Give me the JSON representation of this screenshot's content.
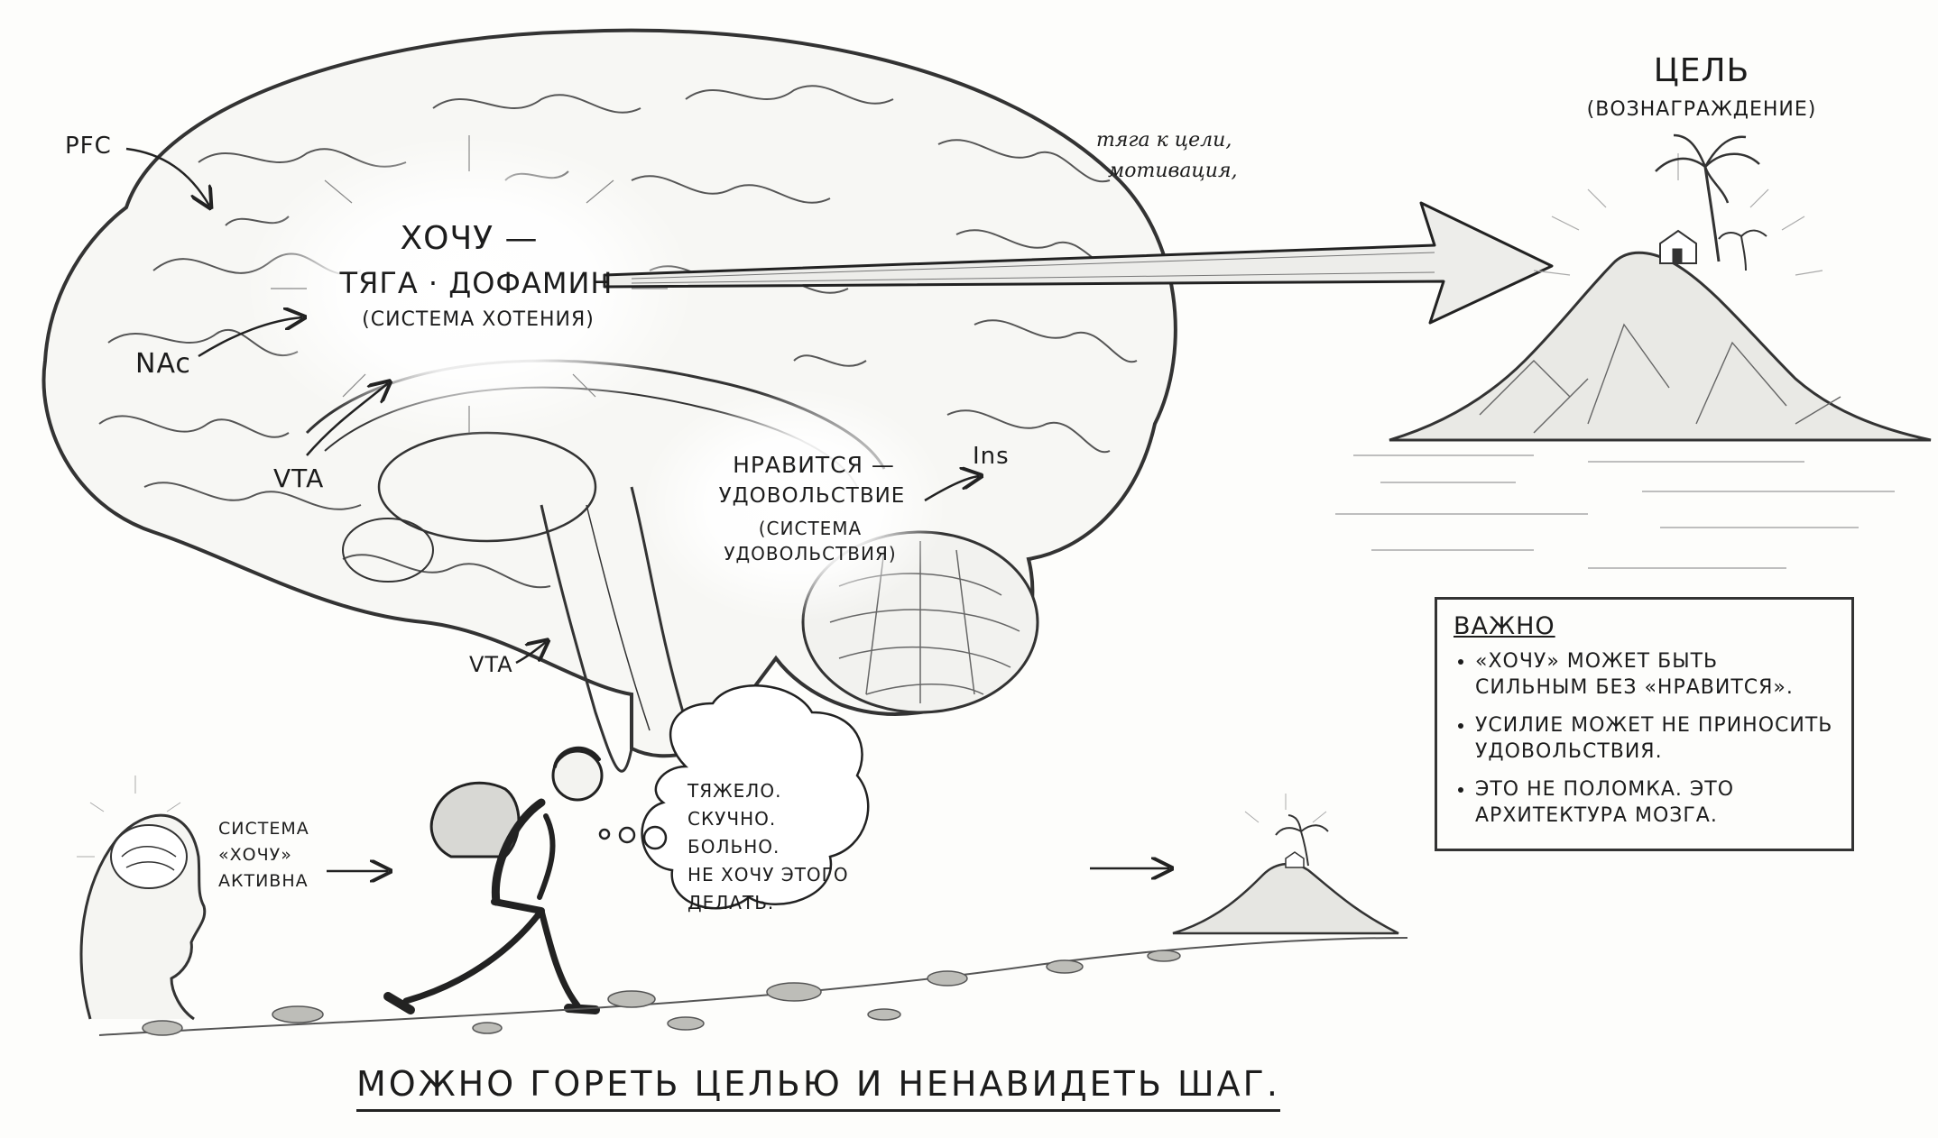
{
  "labels": {
    "pfc": "PFC",
    "nac": "NAc",
    "vta_upper": "VTA",
    "vta_lower": "VTA",
    "ins": "Ins",
    "want_title": "ХОЧУ —",
    "want_subtitle": "ТЯГА · ДОФАМИН",
    "want_system": "(система хотения)",
    "like_title": "НРАВИТСЯ —",
    "like_subtitle": "УДОВОЛЬСТВИЕ",
    "like_system_1": "(СИСТЕМА",
    "like_system_2": "УДОВОЛЬСТВИЯ)",
    "arrow_note_1": "тяга к цели,",
    "arrow_note_2": "мотивация,",
    "goal_title": "ЦЕЛЬ",
    "goal_subtitle": "(ВОЗНАГРАЖДЕНИЕ)",
    "system_1": "СИСТЕМА",
    "system_2": "«ХОЧУ»",
    "system_3": "АКТИВНА"
  },
  "thought_bubble": [
    "ТЯЖЕЛО.",
    "СКУЧНО.",
    "БОЛЬНО.",
    "НЕ ХОЧУ ЭТОГО",
    "ДЕЛАТЬ."
  ],
  "important": {
    "title": "ВАЖНО",
    "items": [
      "«хочу» может быть сильным без «нравится».",
      "Усилие может не приносить удовольствия.",
      "Это не поломка. Это архитектура мозга."
    ]
  },
  "caption": "МОЖНО ГОРЕТЬ ЦЕЛЬЮ И НЕНАВИДЕТЬ ШАГ."
}
